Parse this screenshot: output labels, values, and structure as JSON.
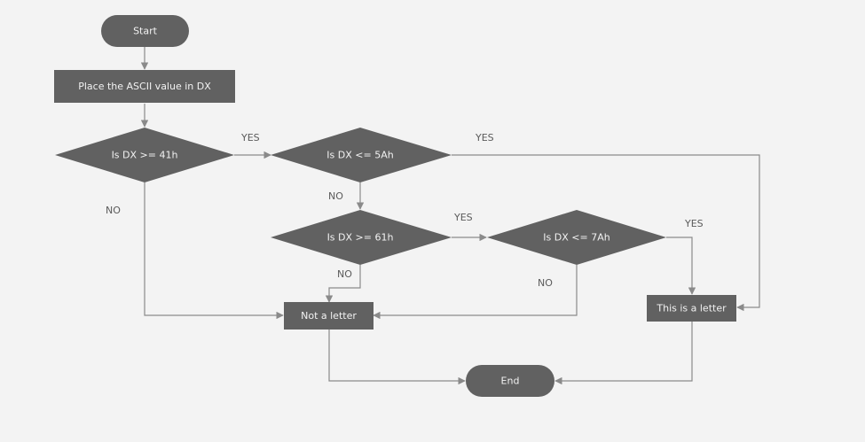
{
  "diagram": {
    "nodes": {
      "start": "Start",
      "place_ascii": "Place the ASCII value in DX",
      "dx_ge_41h": "Is DX >= 41h",
      "dx_le_5ah": "Is DX <= 5Ah",
      "dx_ge_61h": "Is DX >= 61h",
      "dx_le_7ah": "Is DX <= 7Ah",
      "not_letter": "Not a letter",
      "is_letter": "This is a letter",
      "end": "End"
    },
    "edges": {
      "yes_41_to_5a": "YES",
      "no_41_to_not": "NO",
      "yes_5a_to_letter": "YES",
      "no_5a_to_61": "NO",
      "yes_61_to_7a": "YES",
      "no_61_to_not": "NO",
      "yes_7a_to_letter": "YES",
      "no_7a_to_not": "NO"
    },
    "colors": {
      "shape_fill": "#616161",
      "shape_text": "#f2f2f2",
      "connector": "#8a8a8a",
      "edge_label": "#5a5a5a",
      "background": "#f3f3f3"
    }
  }
}
